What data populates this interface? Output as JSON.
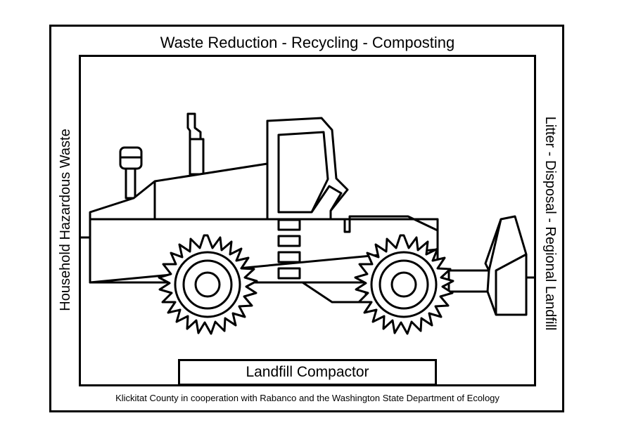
{
  "border_text": {
    "top": "Waste Reduction - Recycling - Composting",
    "left": "Household Hazardous Waste",
    "right": "Litter - Disposal - Regional Landfill"
  },
  "caption": "Landfill Compactor",
  "credit": "Klickitat County in cooperation with Rabanco and the Washington State Department of Ecology",
  "colors": {
    "line": "#000000",
    "background": "#ffffff"
  },
  "illustration": "landfill-compactor-line-drawing"
}
